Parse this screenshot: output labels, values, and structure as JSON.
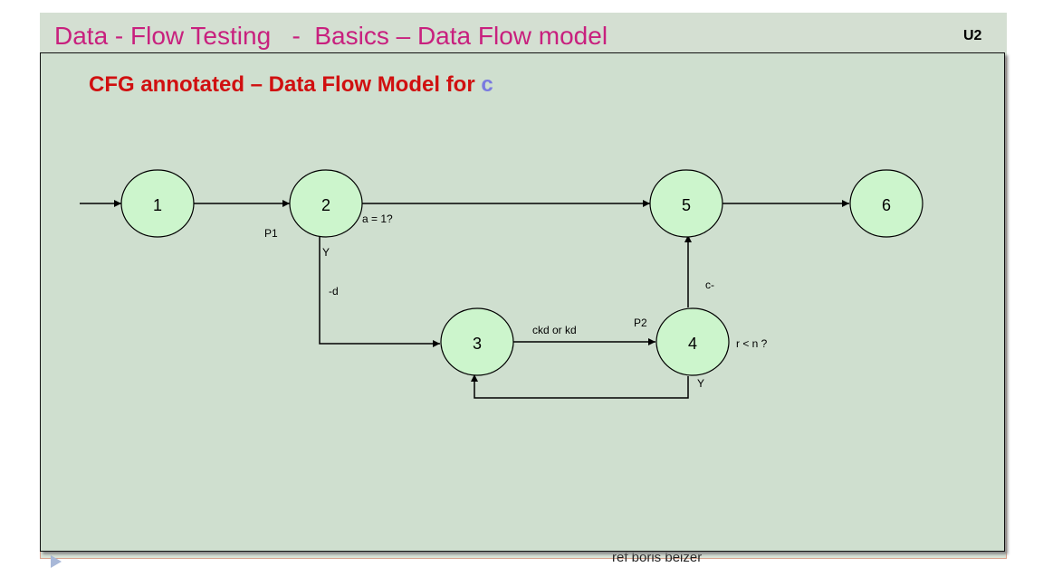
{
  "slide": {
    "title": "Data - Flow Testing   -  Basics – Data Flow model",
    "tag": "U2",
    "subtitle_main": "CFG annotated – Data Flow Model for ",
    "subtitle_var": "c",
    "footer": "ref boris beizer"
  },
  "diagram": {
    "nodes": [
      {
        "id": "1",
        "label": "1"
      },
      {
        "id": "2",
        "label": "2"
      },
      {
        "id": "3",
        "label": "3"
      },
      {
        "id": "4",
        "label": "4"
      },
      {
        "id": "5",
        "label": "5"
      },
      {
        "id": "6",
        "label": "6"
      }
    ],
    "edge_labels": {
      "a_eq_1": "a = 1?",
      "p1": "P1",
      "y_node2": "Y",
      "minus_d": "-d",
      "c_minus": "c-",
      "ckd_or_kd": "ckd  or  kd",
      "p2": "P2",
      "r_lt_n": "r < n ?",
      "y_node4": "Y"
    },
    "colors": {
      "node_fill": "#ccf5cc",
      "title": "#c8207e",
      "subtitle": "#d01010",
      "subtitle_var": "#7a7ae0"
    }
  }
}
